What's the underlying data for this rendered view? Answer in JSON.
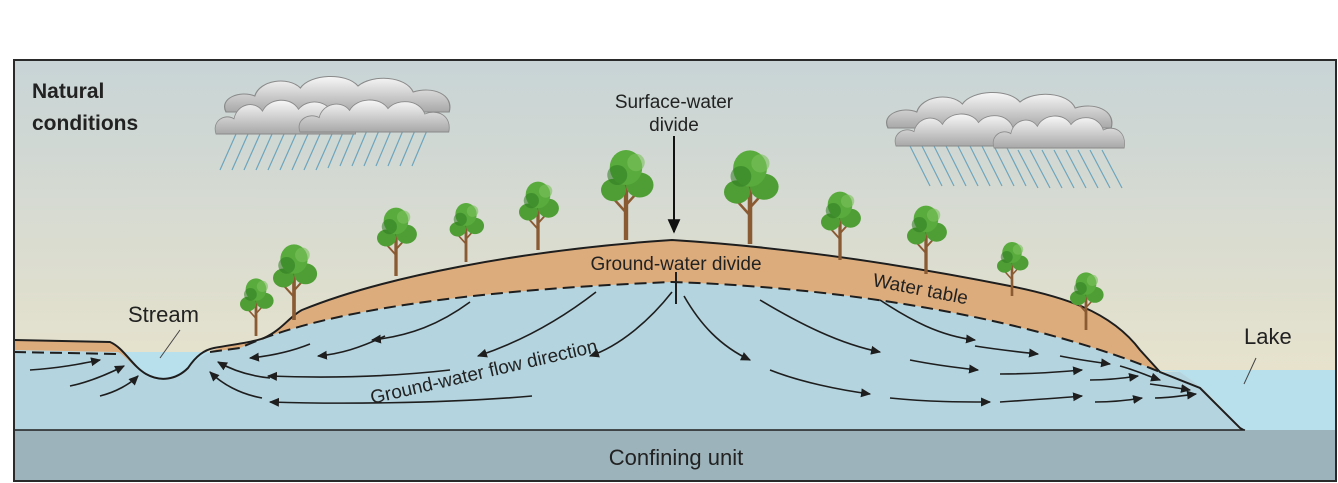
{
  "title_lines": [
    "Natural",
    "conditions"
  ],
  "labels": {
    "surface_divide_line1": "Surface-water",
    "surface_divide_line2": "divide",
    "groundwater_divide": "Ground-water divide",
    "water_table": "Water table",
    "stream": "Stream",
    "lake": "Lake",
    "flow_direction": "Ground-water flow direction",
    "confining_unit": "Confining unit"
  },
  "colors": {
    "sky_top": "#c8d4d6",
    "sky_bottom": "#f1e7c9",
    "soil": "#ddac7c",
    "groundwater": "#b4d4df",
    "surface_water": "#b8dfec",
    "confining_unit": "#9cb3bb",
    "tree_foliage": "#52a438",
    "tree_foliage_dark": "#2f7a22",
    "tree_trunk": "#8a5a33",
    "cloud": "#e8e8e8",
    "rain": "#6da5bd"
  }
}
